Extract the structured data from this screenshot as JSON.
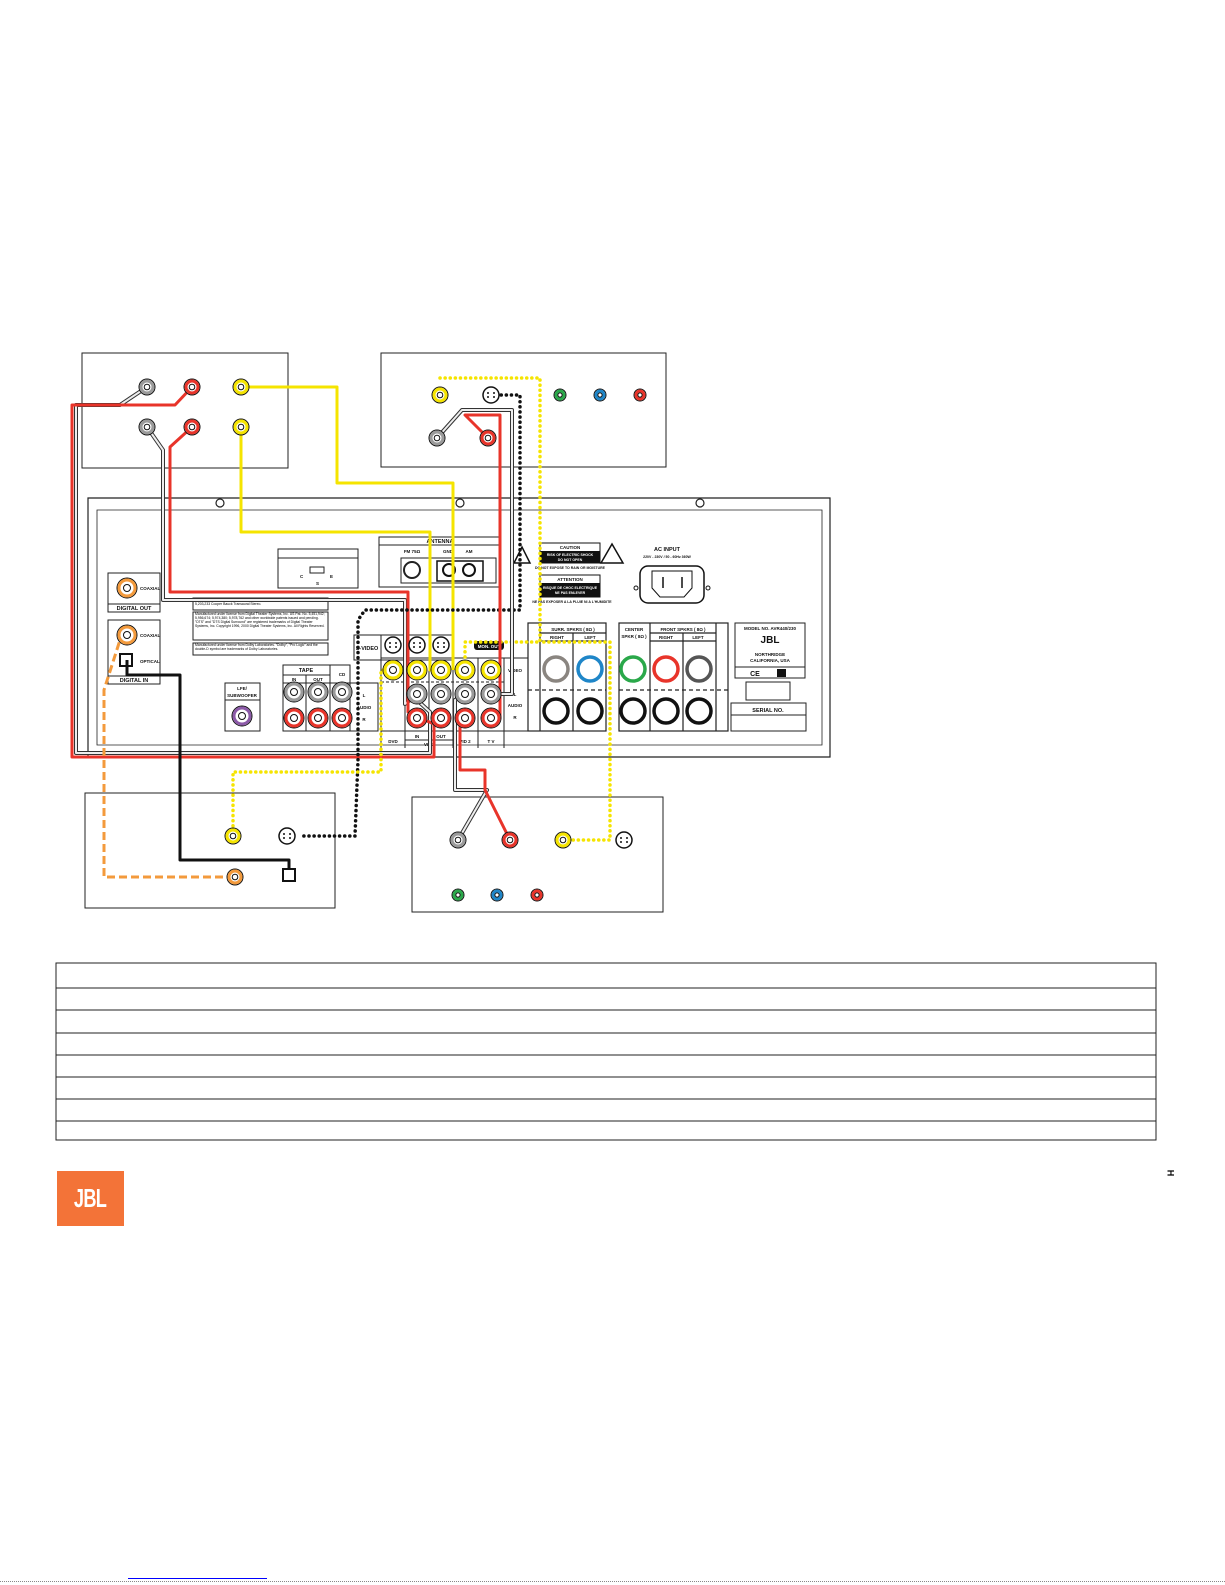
{
  "receiver": {
    "digital_out": {
      "coaxial": "COAXIAL",
      "label": "DIGITAL OUT"
    },
    "digital_in": {
      "coaxial": "COAXIAL",
      "optical": "OPTICAL",
      "label": "DIGITAL IN"
    },
    "lfe": {
      "line1": "LFE/",
      "line2": "SUBWOOFER"
    },
    "tape": {
      "label": "TAPE",
      "in": "IN",
      "out": "OUT"
    },
    "cd": "CD",
    "audio_l": "L",
    "audio": "AUDIO",
    "audio_r": "R",
    "svideo": "S-VIDEO",
    "dvd": "DVD",
    "vid1_in": "IN",
    "vid1_out": "OUT",
    "vid1": "VID1",
    "vid2": "VID 2",
    "tv": "T V",
    "mon_out": "MON. OUT",
    "video": "VIDEO",
    "antenna": {
      "label": "ANTENNA",
      "fm75": "FM 75Ω",
      "gnd": "GND",
      "am": "AM"
    },
    "switch": {
      "c": "C",
      "s": "S",
      "e": "E"
    },
    "patent1": "U.S. Patent Nos. 4,661,042, 4,910,778, 4,979,659, 5,034,985, 5,136,651, and 5,203,233 Cooper Bauck Transaural Stereo.",
    "patent2": "Manufactured under license from Digital Theater Systems, Inc. US Pat. No. 5,451,942; 5,956,674; 5,974,380; 5,978,762 and other worldwide patents issued and pending. \"DTS\" and \"DTS Digital Surround\" are registered trademarks of Digital Theater Systems, Inc. Copyright 1996, 2000 Digital Theater Systems, Inc. All Rights Reserved.",
    "patent3": "Manufactured under license from Dolby Laboratories. \"Dolby\", \"Pro Logic\" and the double-D symbol are trademarks of Dolby Laboratories.",
    "caution": {
      "title": "CAUTION",
      "line1": "RISK OF ELECTRIC SHOCK",
      "line2": "DO NOT OPEN",
      "note": "DO NOT EXPOSE TO RAIN OR MOISTURE"
    },
    "attention": {
      "title": "ATTENTION",
      "line1": "RISQUE DE CHOC ELECTRIQUE",
      "line2": "NE PAS ENLEVER",
      "note": "NE PAS EXPOSER A LA PLUIE NI A L'HUMIDITE"
    },
    "ac_input": {
      "label": "AC INPUT",
      "rating": "220V - 230V / 50 - 60Hz 360W"
    },
    "surr": {
      "label": "SURR. SPKRS ( 8Ω )",
      "right": "RIGHT",
      "left": "LEFT"
    },
    "center": {
      "line1": "CENTER",
      "line2": "SPKR ( 8Ω )"
    },
    "front": {
      "label": "FRONT SPKRS ( 8Ω )",
      "right": "RIGHT",
      "left": "LEFT"
    },
    "model": {
      "label": "MODEL NO. AVR440/230",
      "brand": "JBL",
      "city": "NORTHRIDGE",
      "state": "CALIFORNIA, USA",
      "ce": "CE"
    },
    "serial": "SERIAL NO."
  },
  "table": {
    "rows": [
      "",
      "",
      "",
      "",
      "",
      "",
      "",
      ""
    ]
  },
  "footer": {
    "logo": "JBL",
    "page_mark": "H",
    "link": ""
  },
  "colors": {
    "red": "#e8342a",
    "yellow": "#f5e400",
    "gray": "#9a9a9a",
    "orange": "#f39a3c",
    "green": "#2aa84a",
    "blue": "#1f86c8",
    "purple": "#8c5aa8",
    "logo": "#f37338"
  }
}
